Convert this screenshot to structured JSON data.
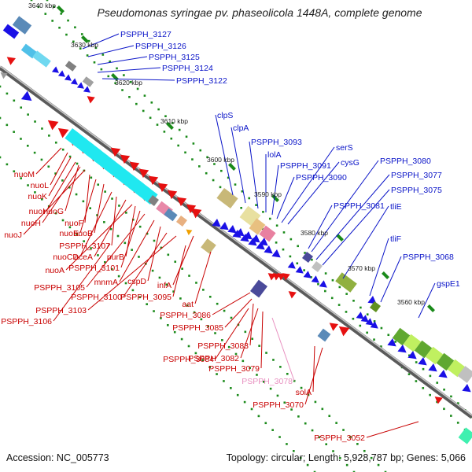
{
  "title": "Pseudomonas syringae pv. phaseolicola 1448A, complete genome",
  "footer": {
    "accession": "Accession: NC_005773",
    "summary": "Topology: circular; Length: 5,928,787 bp; Genes: 5,066"
  },
  "colors": {
    "forward_label": "#0a14c8",
    "reverse_label": "#c80000",
    "rna_label": "#e890c0",
    "backbone": "#909090",
    "tick": "#1a8a1a"
  },
  "scale_labels": [
    "3640 kbp",
    "3630 kbp",
    "3620 kbp",
    "3610 kbp",
    "3600 kbp",
    "3590 kbp",
    "3580 kbp",
    "3570 kbp",
    "3560 kbp"
  ],
  "forward_genes": [
    "PSPPH_3127",
    "PSPPH_3126",
    "PSPPH_3125",
    "PSPPH_3124",
    "PSPPH_3122",
    "clpS",
    "clpA",
    "PSPPH_3093",
    "lolA",
    "PSPPH_3091",
    "PSPPH_3090",
    "serS",
    "cysG",
    "PSPPH_3080",
    "PSPPH_3077",
    "PSPPH_3075",
    "PSPPH_3081",
    "tliE",
    "tliF",
    "PSPPH_3068",
    "gspE1"
  ],
  "reverse_genes": [
    "nuoM",
    "nuoL",
    "nuoK",
    "nuoI",
    "nuoG",
    "nuoH",
    "nuoJ",
    "nuoF",
    "nuoE",
    "nuoB",
    "nuoCD",
    "PSPPH_3107",
    "aceA",
    "nuoA",
    "PSPPH_3101",
    "purB",
    "PSPPH_3105",
    "mnmA",
    "cspD",
    "PSPPH_3100",
    "PSPPH_3103",
    "infA",
    "PSPPH_3095",
    "PSPPH_3106",
    "aat",
    "PSPPH_3086",
    "PSPPH_3085",
    "PSPPH_3083",
    "PSPPH_3084",
    "PSPPH_3082",
    "PSPPH_3079",
    "solA",
    "PSPPH_3070",
    "PSPPH_3052"
  ],
  "rna_genes": [
    "PSPPH_3078"
  ]
}
